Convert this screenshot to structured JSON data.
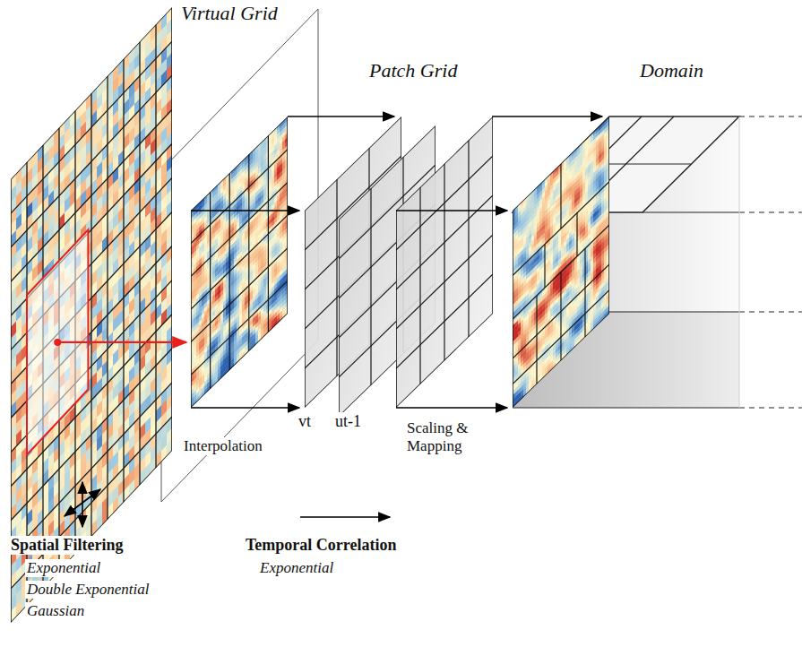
{
  "diagram": {
    "labels": [
      "Virtual Grid",
      "Patch Grid",
      "Domain",
      "Interpolation",
      "vt",
      "ut-1",
      "Scaling & Mapping",
      "Spatial Filtering",
      "Exponential",
      "Double Exponential",
      "Gaussian",
      "Temporal Correlation",
      "Exponential"
    ]
  }
}
